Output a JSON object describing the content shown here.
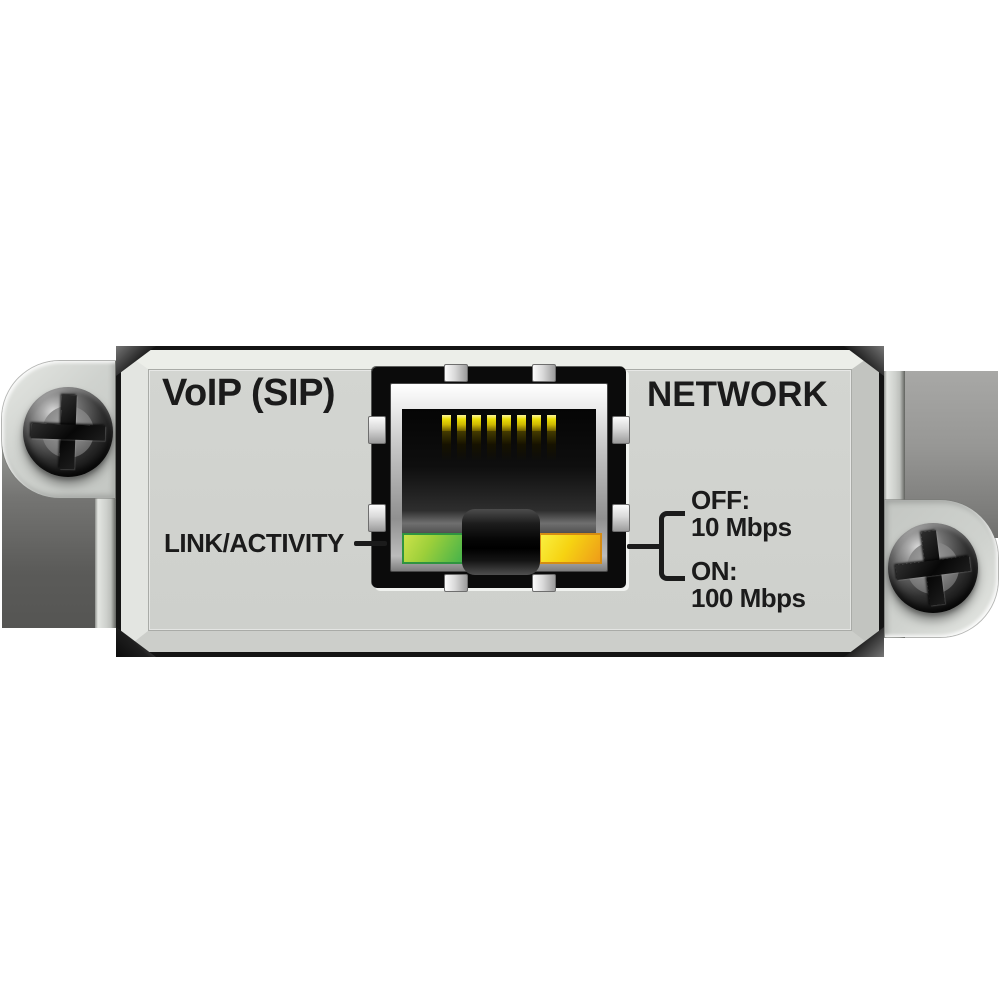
{
  "labels": {
    "port_type": "VoIP (SIP)",
    "port_function": "NETWORK",
    "led_label": "LINK/ACTIVITY",
    "callout_off_title": "OFF:",
    "callout_off_value": "10 Mbps",
    "callout_on_title": "ON:",
    "callout_on_value": "100 Mbps"
  },
  "rj45": {
    "pin_count": 8,
    "led_left": "green",
    "led_right": "amber"
  },
  "colors": {
    "panel_face": "#d3d5d1",
    "text_color": "#1b1b1b",
    "line_color": "#1b1b1b",
    "led_green_start": "#cbe24a",
    "led_green_end": "#3eb04c",
    "led_amber_start": "#f9ef3f",
    "led_amber_end": "#ee9c19"
  }
}
